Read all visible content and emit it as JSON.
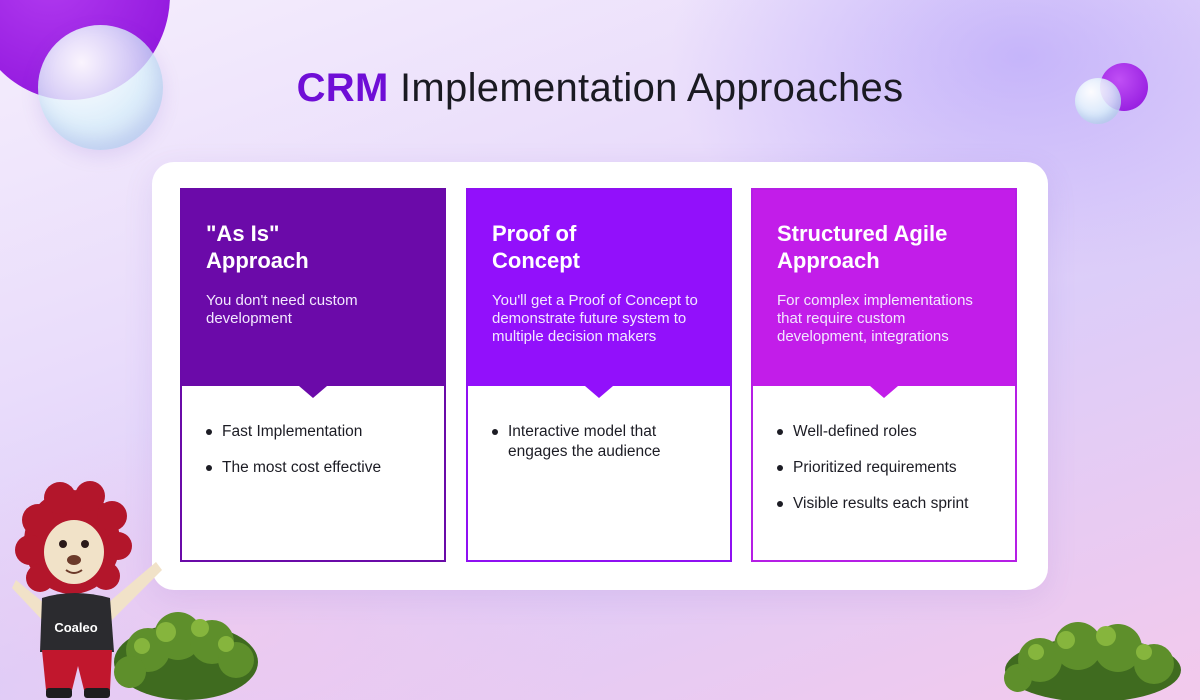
{
  "header": {
    "title_accent": "CRM",
    "title_rest": " Implementation Approaches"
  },
  "cards": [
    {
      "title": "\"As Is\"\nApproach",
      "description": "You don't need custom development",
      "items": [
        "Fast Implementation",
        "The most cost effective"
      ]
    },
    {
      "title": "Proof of\nConcept",
      "description": "You'll get a Proof of Concept to demonstrate future system to multiple decision makers",
      "items": [
        "Interactive model that engages the audience"
      ]
    },
    {
      "title": "Structured Agile\nApproach",
      "description": "For complex implementations that require custom development, integrations",
      "items": [
        "Well-defined roles",
        "Prioritized requirements",
        "Visible results each sprint"
      ]
    }
  ],
  "mascot": {
    "shirt_text": "Coaleo"
  },
  "colors": {
    "accent": "#6f0ed6",
    "card1": "#6b0aa9",
    "card2": "#9210fb",
    "card3": "#c21de9"
  }
}
